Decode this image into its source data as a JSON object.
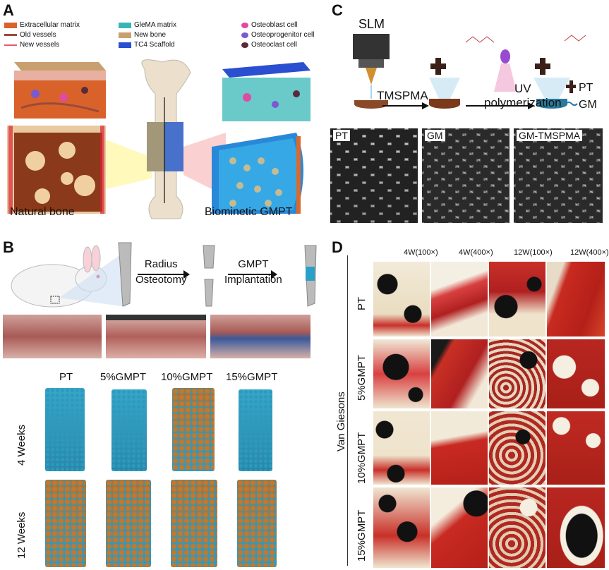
{
  "panel_a": {
    "label": "A",
    "legend": [
      {
        "text": "Extracellular matrix",
        "color": "#d9622b"
      },
      {
        "text": "Old vessels",
        "color": "#9b4a3a"
      },
      {
        "text": "New vessels",
        "color": "#e85a6a"
      },
      {
        "text": "GleMA matrix",
        "color": "#3ab5b5"
      },
      {
        "text": "New bone",
        "color": "#c9a070"
      },
      {
        "text": "TC4 Scaffold",
        "color": "#2a4fd0"
      },
      {
        "text": "Osteoblast cell",
        "color": "#e04aa0"
      },
      {
        "text": "Osteoprogenitor cell",
        "color": "#7a5ad0"
      },
      {
        "text": "Osteoclast cell",
        "color": "#5a2a3a"
      }
    ],
    "caption_left": "Natural bone",
    "caption_right": "Biominetic GMPT"
  },
  "panel_b": {
    "label": "B",
    "step1": "Radius\nOsteotomy",
    "step2": "GMPT\nImplantation",
    "columns": [
      "PT",
      "5%GMPT",
      "10%GMPT",
      "15%GMPT"
    ],
    "rows": [
      "4 Weeks",
      "12 Weeks"
    ]
  },
  "panel_c": {
    "label": "C",
    "slm": "SLM",
    "step1": "TMSPMA",
    "step2": "UV\npolymerization",
    "legend_pt": "PT",
    "legend_gm": "GM",
    "sem": [
      "PT",
      "GM",
      "GM-TMSPMA"
    ]
  },
  "panel_d": {
    "label": "D",
    "side": "Van Giesons",
    "columns": [
      "4W(100×)",
      "4W(400×)",
      "12W(100×)",
      "12W(400×)"
    ],
    "rows": [
      "PT",
      "5%GMPT",
      "10%GMPT",
      "15%GMPT"
    ]
  }
}
